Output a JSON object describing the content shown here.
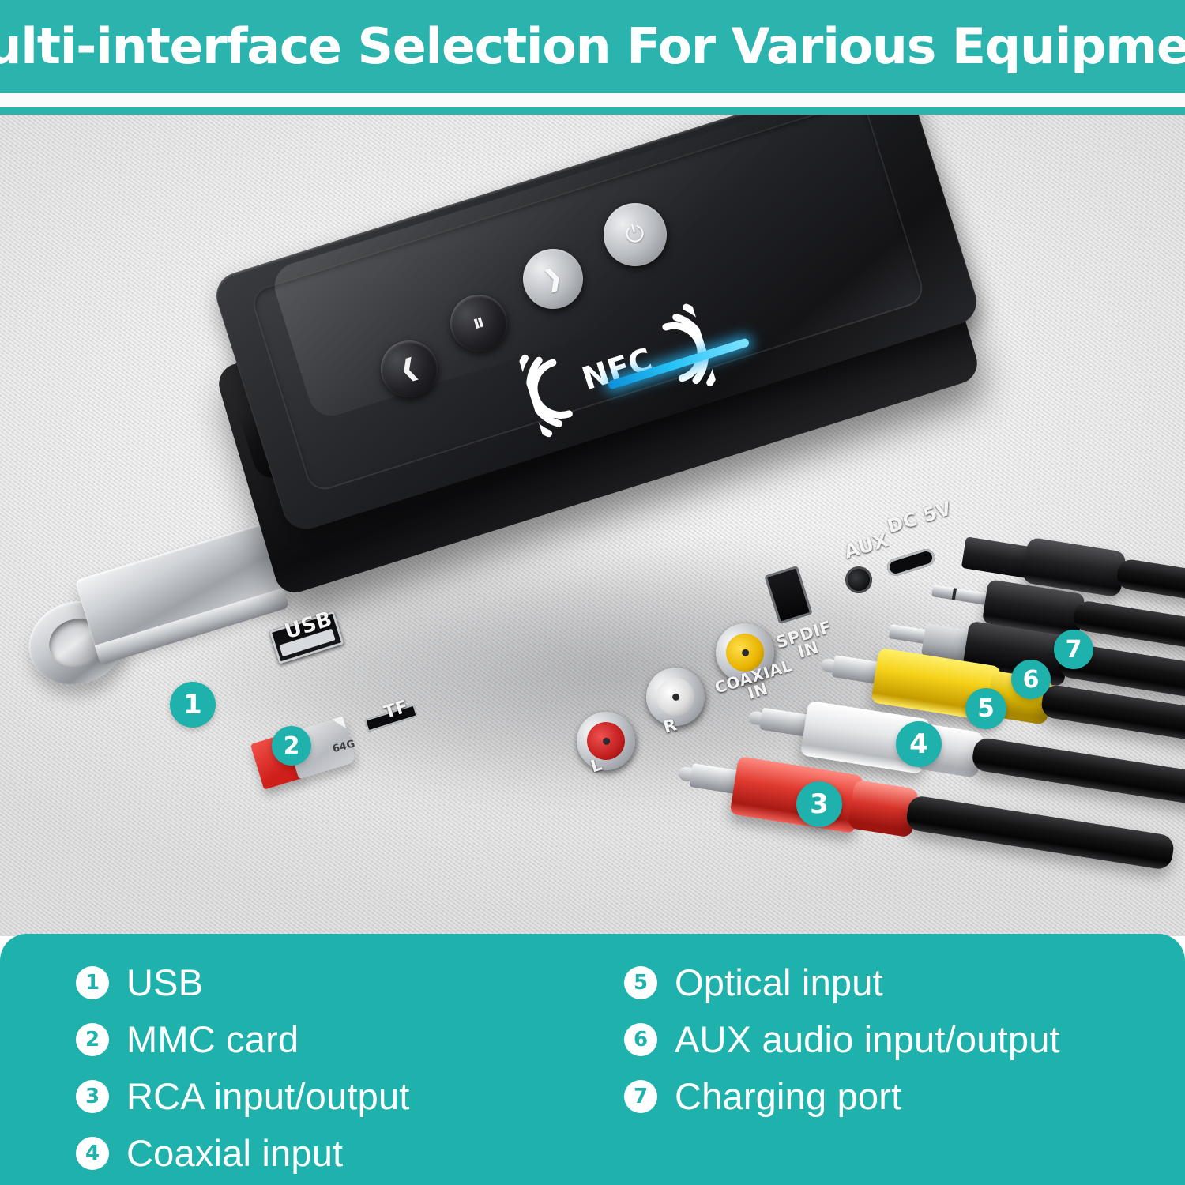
{
  "header": {
    "title": "Multi-interface Selection For Various Equipment",
    "background_color": "#2bb3ad",
    "text_color": "#ffffff"
  },
  "theme": {
    "accent_teal": "#1fb1ac",
    "header_teal": "#2bb3ad",
    "badge_text": "#ffffff",
    "led_blue": "#25c2f5"
  },
  "product": {
    "type": "bluetooth-audio-receiver-transmitter",
    "top_controls": [
      {
        "name": "previous-track-button",
        "glyph": "❘◀"
      },
      {
        "name": "play-pause-button",
        "glyph": "▶❘"
      },
      {
        "name": "next-track-button",
        "glyph": "▶❘"
      },
      {
        "name": "power-button",
        "glyph": "⏻"
      }
    ],
    "nfc_label": "NFC",
    "led_indicator": "blue status LED",
    "port_labels": {
      "usb": "USB",
      "tf": "TF",
      "spdif_in": "SPDIF\nIN",
      "coaxial_in": "COAXIAL\nIN",
      "rca_right": "R",
      "rca_left": "L",
      "aux": "AUX",
      "dc": "DC 5V"
    },
    "accessories": {
      "usb_drive": "metal USB flash drive",
      "memory_card": "microSD / TF card",
      "memory_card_capacity": "64G"
    }
  },
  "photo_badges": [
    {
      "id": "1",
      "target": "usb-flash-drive"
    },
    {
      "id": "2",
      "target": "microsd-card"
    },
    {
      "id": "3",
      "target": "rca-cable"
    },
    {
      "id": "4",
      "target": "coaxial-yellow-cable"
    },
    {
      "id": "5",
      "target": "optical-cable"
    },
    {
      "id": "6",
      "target": "aux-cable"
    },
    {
      "id": "7",
      "target": "charging-cable"
    }
  ],
  "legend": {
    "left": [
      {
        "num": "1",
        "label": "USB"
      },
      {
        "num": "2",
        "label": "MMC card"
      },
      {
        "num": "3",
        "label": "RCA input/output"
      },
      {
        "num": "4",
        "label": "Coaxial input"
      }
    ],
    "right": [
      {
        "num": "5",
        "label": "Optical input"
      },
      {
        "num": "6",
        "label": "AUX audio input/output"
      },
      {
        "num": "7",
        "label": "Charging port"
      }
    ]
  }
}
